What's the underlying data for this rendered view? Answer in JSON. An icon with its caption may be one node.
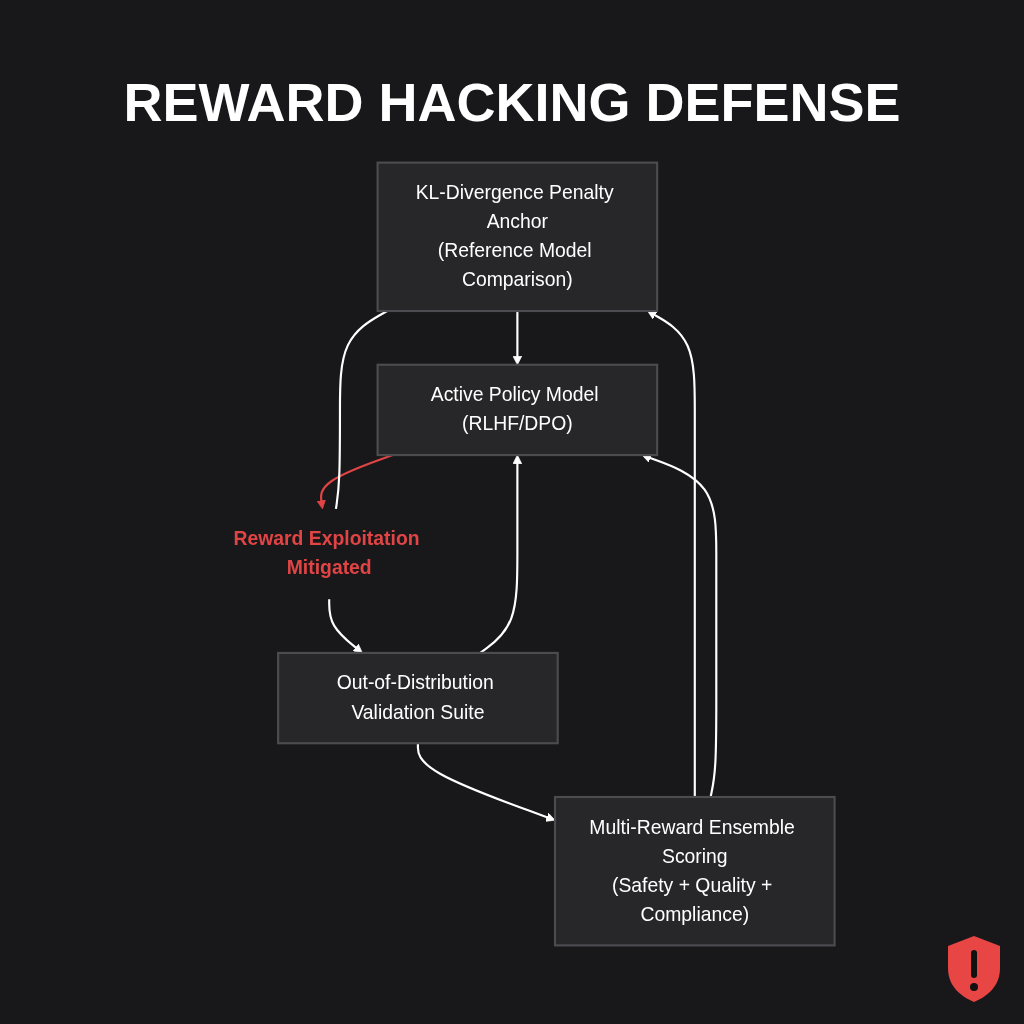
{
  "diagram": {
    "title": "REWARD HACKING DEFENSE",
    "nodes": [
      {
        "text": [
          "KL-Divergence Penalty Anchor",
          "(Reference Model Comparison)"
        ]
      },
      {
        "text": [
          "Multi-Reward Ensemble Scoring",
          "(Safety + Quality + Compliance)"
        ]
      },
      {
        "text": [
          "Active Policy Model (RLHF/DPO)"
        ]
      },
      {
        "text": [
          "Reward Exploitation Mitigated"
        ]
      },
      {
        "text": [
          "Out-of-Distribution Validation Suite"
        ]
      }
    ],
    "edges": [
      {
        "from": 1,
        "to": 0,
        "arrow": "to"
      },
      {
        "from": 0,
        "to": 2,
        "arrow": "to"
      },
      {
        "from": 1,
        "to": 2,
        "arrow": "to"
      },
      {
        "from": 2,
        "to": 3,
        "arrow": "to",
        "color": "#e04444"
      },
      {
        "from": 0,
        "to": 3,
        "arrow": "none"
      },
      {
        "from": 3,
        "to": 4,
        "arrow": "to"
      },
      {
        "from": 4,
        "to": 2,
        "arrow": "to"
      },
      {
        "from": 4,
        "to": 1,
        "arrow": "to"
      }
    ]
  }
}
